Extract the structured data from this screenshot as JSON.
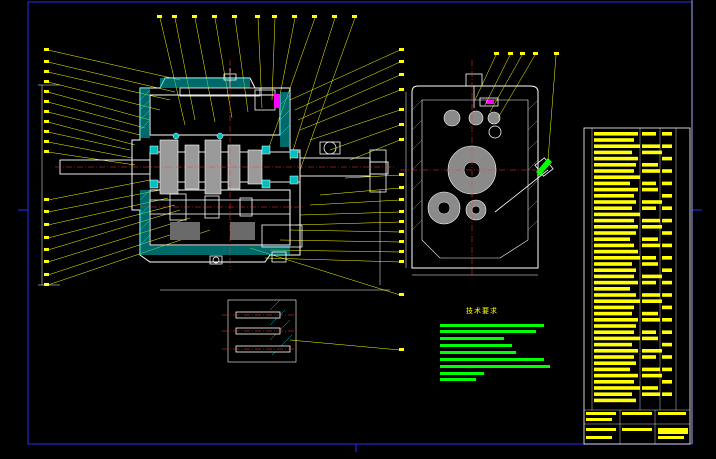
{
  "drawing": {
    "technical_requirements_title": "技术要求",
    "colors": {
      "background": "#000000",
      "frame": "#2a2aff",
      "outline": "#ffffff",
      "leader": "#ffff00",
      "dimension": "#00ff00",
      "hatch": "#00ffff",
      "centerline": "#ff3030",
      "highlight": "#ff00ff",
      "title_block": "#ffff00"
    },
    "views": [
      "main-section-view",
      "side-section-view",
      "detail-view",
      "technical-requirements",
      "title-block"
    ]
  }
}
